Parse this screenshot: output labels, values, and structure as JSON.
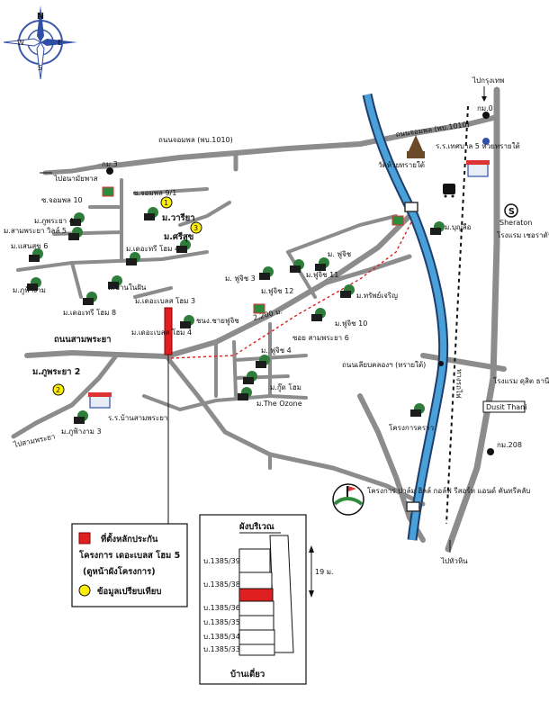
{
  "compass": {
    "n": "N",
    "s": "S",
    "e": "E",
    "w": "W"
  },
  "labels": {
    "to_bangkok": "ไปกรุงเทพ",
    "km0": "กม.0",
    "to_hua_hin": "ไปหัวหิน",
    "km208": "กม.208",
    "km3": "กม.3",
    "to_pa_la_u": "ไปอนามัยพาส",
    "chomphon_road_w": "ถนนจอมพล (พบ.1010)",
    "chomphon_road_e": "ถนนจอมพล (พบ.1010)",
    "wat": "วัดห้วยทรายใต้",
    "school": "ร.ร.เทศบาล 5 ห้วยทรายใต้",
    "sheraton_logo": "Sheraton",
    "sheraton_hotel": "โรงแรม เชอราตัน หัวหิน",
    "dusit_hotel": "โรงแรม ดุสิต ธานี",
    "dusit_logo": "Dusit Thani",
    "railway": "ทางรถไฟ",
    "canal_road": "ถนนเลียบคลองฯ (ทรายใต้)",
    "sam_phraya_road": "ถนนสามพระยา",
    "to_sam_phraya": "ไปสามพระยา",
    "soi_sam_phraya": "ซอย สามพระยา 6",
    "soi_chomphon10": "ซ.จอมพล 10",
    "soi_chomphon9": "ซ.จอมพล 9/1",
    "distance": "2,200 ม.",
    "golf": "โครงการ ปาล์ม ฮิลล์ กอล์ฟ รีสอร์ท แอนด์ คันทรีคลับ",
    "school2": "ร.ร.บ้านสามพระยา"
  },
  "villages": [
    "ม.วารียา",
    "ม.ศรีสุข",
    "ม.ภูพระยา 4",
    "ม.สามพระยา วิลล์ 5",
    "ม.แสนสุข 6",
    "ม.ภูฟ้างาม",
    "ม.เดอะทรี โฮม 4",
    "ม.บ้านในฝัน",
    "ม.เดอะทรี โฮม 8",
    "ม.เดอะเบลส โฮม 3",
    "ม.เดอะเบลส โฮม 4",
    "ชนง.ชายฟูจิช",
    "ม. ฟูจิช 3",
    "ม.ฟูจิช 12",
    "ม.ฟูจิช 11",
    "ม. ฟูจิช",
    "ม.บุญลือ",
    "ม.ทรัพย์เจริญ",
    "ม.ฟูจิช 10",
    "ม. ฟูจิช 4",
    "ม.กู๊ด โฮม",
    "ม.The Ozone",
    "ม.ภูพระยา 2",
    "ม.ภูฟ้างาม 3",
    "โครงการคราว"
  ],
  "legend": {
    "project_line1": "ที่ตั้งหลักประกัน",
    "project_line2": "โครงการ เดอะเบลส โฮม 5",
    "project_line3": "(ดูหน้าผังโครงการ)",
    "compare": "ข้อมูลเปรียบเทียบ"
  },
  "markers": {
    "m1": "1",
    "m2": "2",
    "m3": "3"
  },
  "inset": {
    "title": "ผังบริเวณ",
    "footer": "บ้านเดี่ยว",
    "dimension": "19 ม.",
    "plots": [
      "บ.1385/39",
      "บ.1385/38",
      "บ.1385/36",
      "บ.1385/35",
      "บ.1385/34",
      "บ.1385/33"
    ]
  },
  "colors": {
    "road": "#8c8c8c",
    "canal": "#4aa0d8",
    "canal_edge": "#1f3d6b",
    "project": "#e02020",
    "marker": "#ffee00",
    "route": "#d62020"
  }
}
